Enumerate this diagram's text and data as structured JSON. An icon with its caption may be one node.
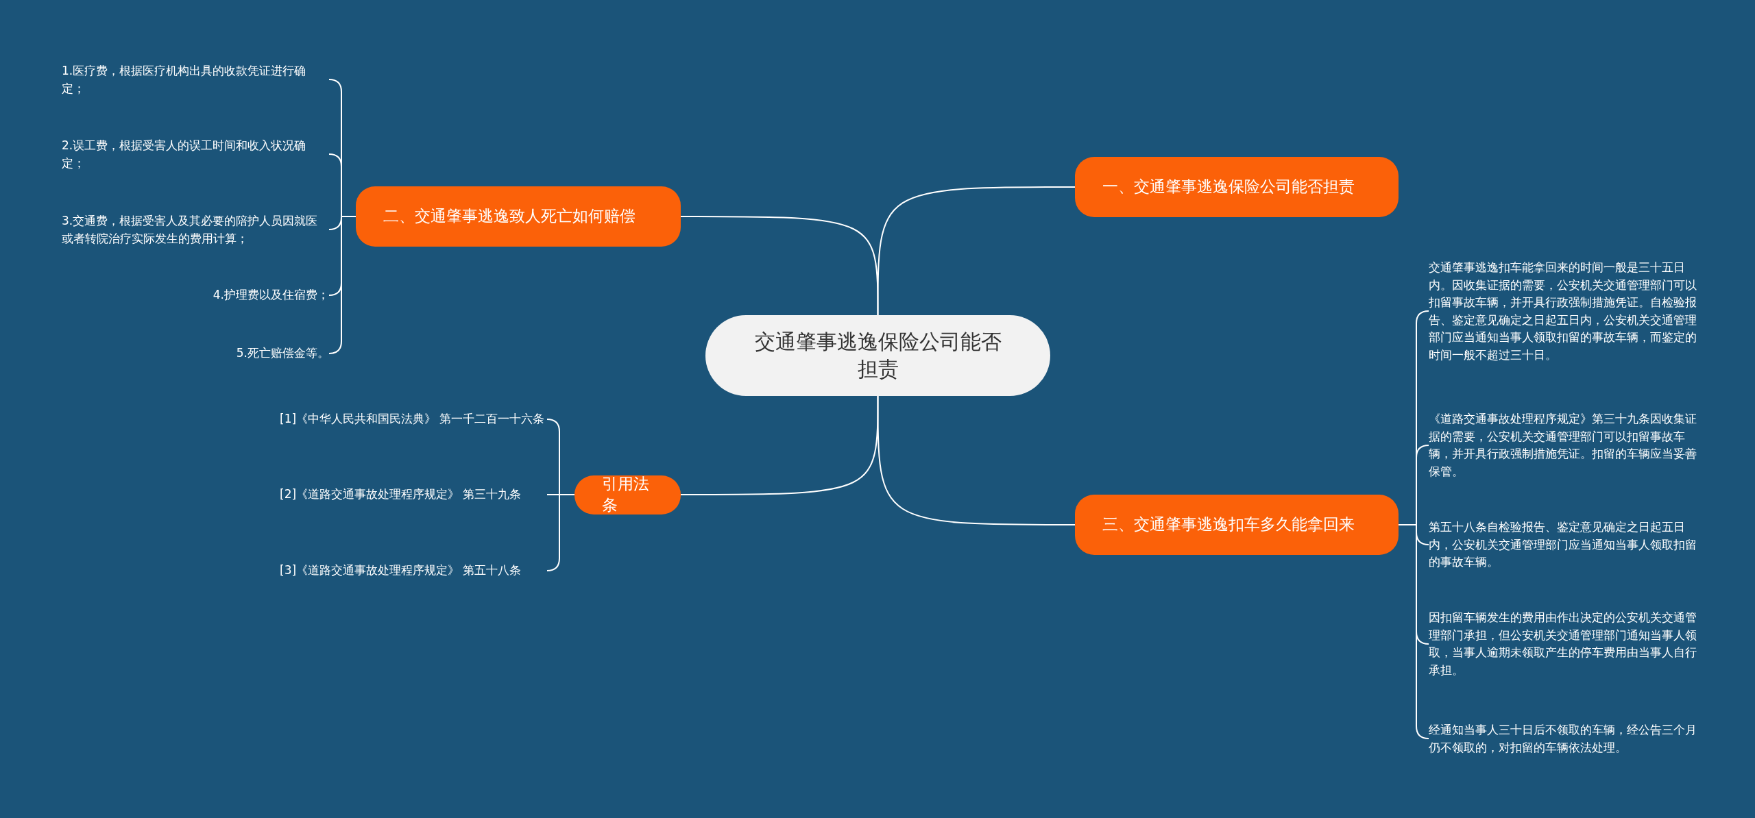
{
  "diagram": {
    "nodes": [
      {
        "text": [
          "交通肇事逃逸保险公司能否担责"
        ]
      },
      {
        "text": [
          "一、交通肇事逃逸保险公司能否担责"
        ]
      },
      {
        "text": [
          "二、交通肇事逃逸致人死亡如何赔偿"
        ]
      },
      {
        "text": [
          "引用法条"
        ]
      },
      {
        "text": [
          "三、交通肇事逃逸扣车多久能拿回来"
        ]
      },
      {
        "text": [
          "1.医疗费，根据医疗机构出具的收款凭证进行确定；"
        ]
      },
      {
        "text": [
          "2.误工费，根据受害人的误工时间和收入状况确定；"
        ]
      },
      {
        "text": [
          "3.交通费，根据受害人及其必要的陪护人员因就医或者转院治疗实际发生的费用计算；"
        ]
      },
      {
        "text": [
          "4.护理费以及住宿费；"
        ]
      },
      {
        "text": [
          "5.死亡赔偿金等。"
        ]
      },
      {
        "text": [
          "[1]《中华人民共和国民法典》 第一千二百一十六条"
        ]
      },
      {
        "text": [
          "[2]《道路交通事故处理程序规定》 第三十九条"
        ]
      },
      {
        "text": [
          "[3]《道路交通事故处理程序规定》 第五十八条"
        ]
      },
      {
        "text": [
          "交通肇事逃逸扣车能拿回来的时间一般是三十五日内。因收集证据的需要，公安机关交通管理部门可以扣留事故车辆，并开具行政强制措施凭证。自检验报告、鉴定意见确定之日起五日内，公安机关交通管理部门应当通知当事人领取扣留的事故车辆，而鉴定的时间一般不超过三十日。"
        ]
      },
      {
        "text": [
          "《道路交通事故处理程序规定》第三十九条因收集证据的需要，公安机关交通管理部门可以扣留事故车辆，并开具行政强制措施凭证。扣留的车辆应当妥善保管。"
        ]
      },
      {
        "text": [
          "第五十八条自检验报告、鉴定意见确定之日起五日内，公安机关交通管理部门应当通知当事人领取扣留的事故车辆。"
        ]
      },
      {
        "text": [
          "因扣留车辆发生的费用由作出决定的公安机关交通管理部门承担，但公安机关交通管理部门通知当事人领取，当事人逾期未领取产生的停车费用由当事人自行承担。"
        ]
      },
      {
        "text": [
          "经通知当事人三十日后不领取的车辆，经公告三个月仍不领取的，对扣留的车辆依法处理。"
        ]
      }
    ],
    "edges": [
      {
        "from": 0,
        "to": 1,
        "arrow": "none"
      },
      {
        "from": 0,
        "to": 2,
        "arrow": "none"
      },
      {
        "from": 0,
        "to": 3,
        "arrow": "none"
      },
      {
        "from": 0,
        "to": 4,
        "arrow": "none"
      },
      {
        "from": 2,
        "to": 5,
        "arrow": "none"
      },
      {
        "from": 2,
        "to": 6,
        "arrow": "none"
      },
      {
        "from": 2,
        "to": 7,
        "arrow": "none"
      },
      {
        "from": 2,
        "to": 8,
        "arrow": "none"
      },
      {
        "from": 2,
        "to": 9,
        "arrow": "none"
      },
      {
        "from": 3,
        "to": 10,
        "arrow": "none"
      },
      {
        "from": 3,
        "to": 11,
        "arrow": "none"
      },
      {
        "from": 3,
        "to": 12,
        "arrow": "none"
      },
      {
        "from": 4,
        "to": 13,
        "arrow": "none"
      },
      {
        "from": 4,
        "to": 14,
        "arrow": "none"
      },
      {
        "from": 4,
        "to": 15,
        "arrow": "none"
      },
      {
        "from": 4,
        "to": 16,
        "arrow": "none"
      },
      {
        "from": 4,
        "to": 17,
        "arrow": "none"
      }
    ]
  }
}
